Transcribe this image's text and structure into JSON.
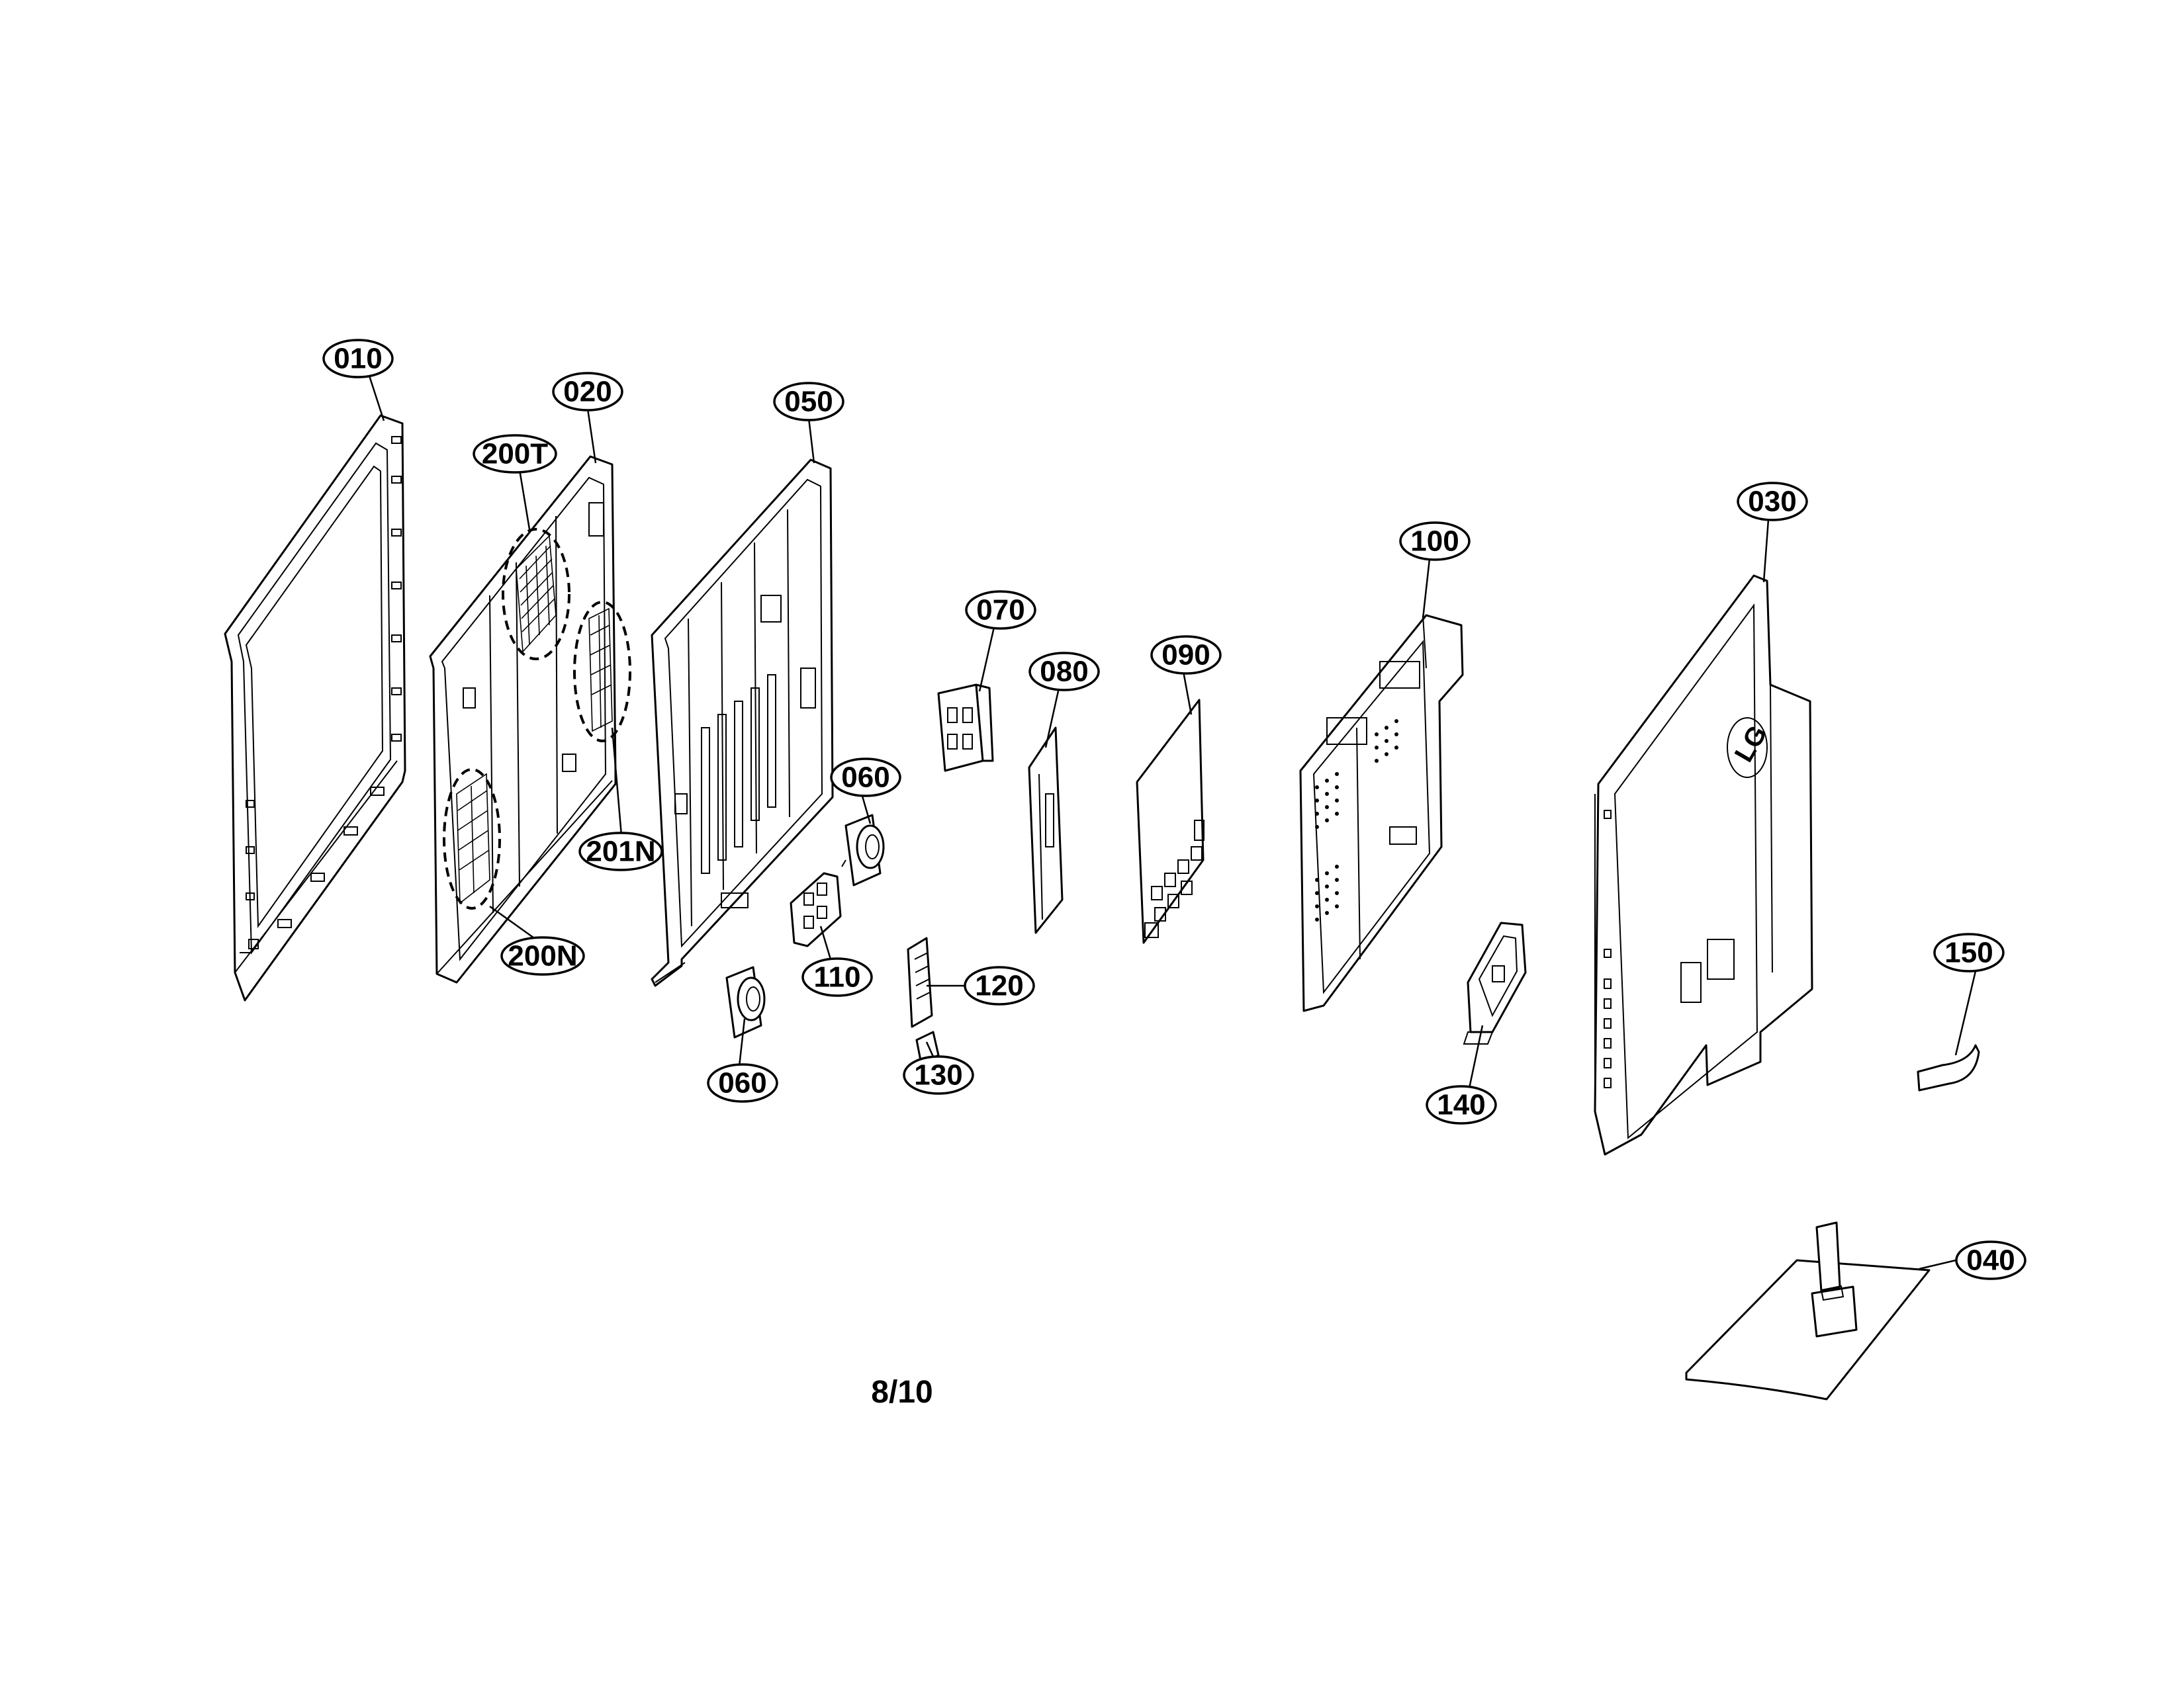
{
  "callouts": {
    "c010": "010",
    "c020": "020",
    "c200t": "200T",
    "c050": "050",
    "c201n": "201N",
    "c200n": "200N",
    "c060a": "060",
    "c060b": "060",
    "c070": "070",
    "c080": "080",
    "c090": "090",
    "c100": "100",
    "c030": "030",
    "c110": "110",
    "c120": "120",
    "c130": "130",
    "c140": "140",
    "c150": "150",
    "c040": "040"
  },
  "page_number": "8/10",
  "colors": {
    "line": "#000000",
    "background": "#ffffff"
  },
  "icons": {
    "brand_logo": "lg-logo-icon"
  }
}
